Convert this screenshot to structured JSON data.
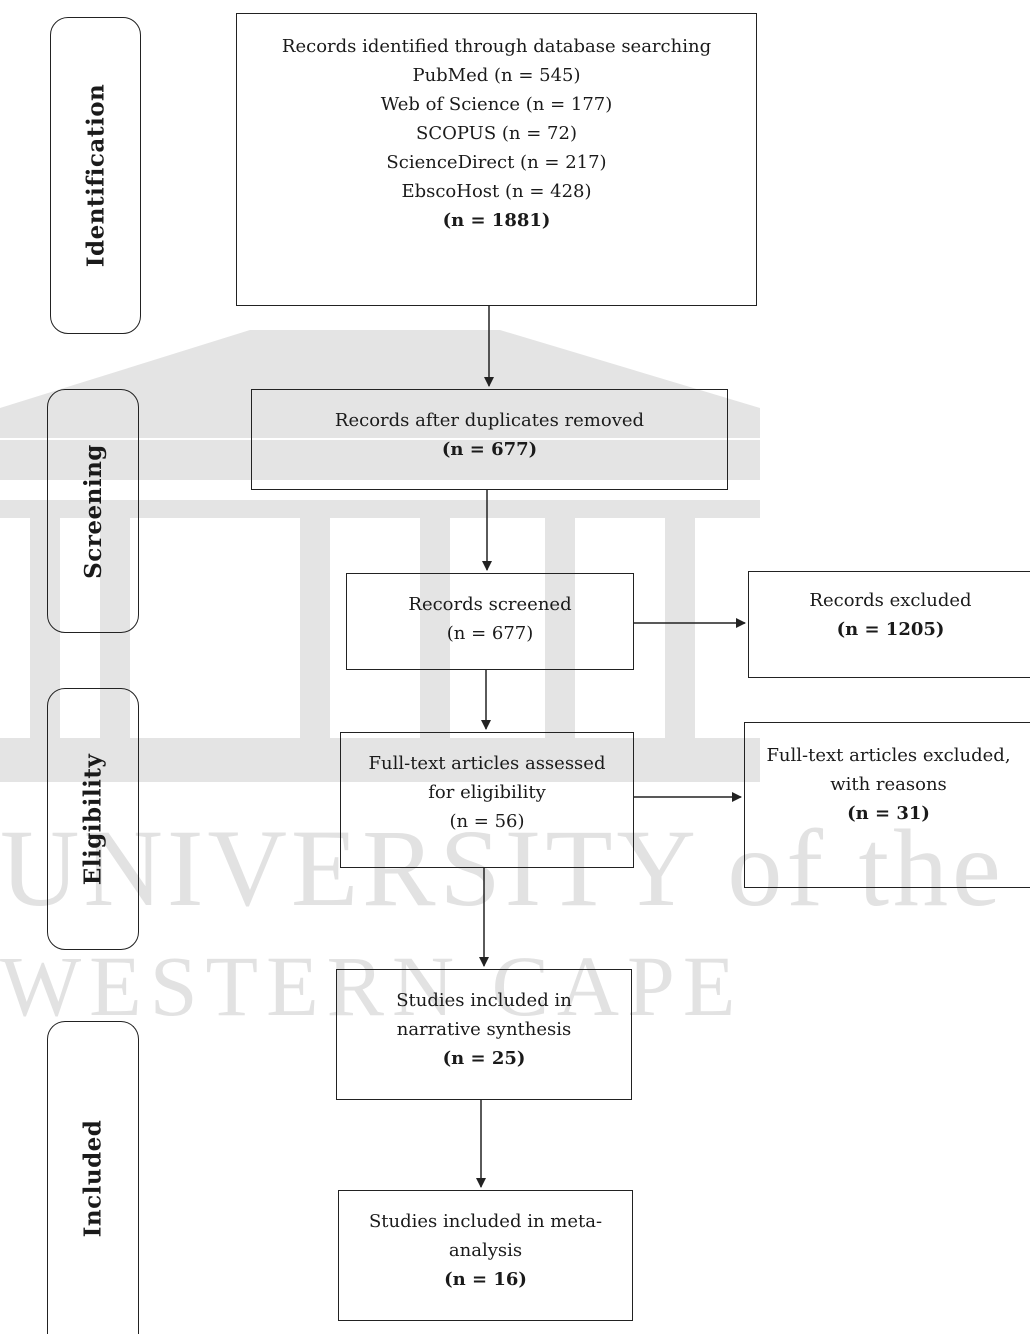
{
  "stages": {
    "identification": "Identification",
    "screening": "Screening",
    "eligibility": "Eligibility",
    "included": "Included"
  },
  "watermark": {
    "line1": "UNIVERSITY of the",
    "line2": "WESTERN CAPE"
  },
  "boxes": {
    "identified": {
      "heading": "Records identified through database searching",
      "sources": [
        "PubMed (n = 545)",
        "Web of Science (n = 177)",
        "SCOPUS (n = 72)",
        "ScienceDirect (n = 217)",
        "EbscoHost (n = 428)"
      ],
      "total": "(n = 1881)"
    },
    "deduplicated": {
      "label": "Records after duplicates removed",
      "count": "(n = 677)"
    },
    "screened": {
      "label": "Records screened",
      "count": "(n = 677)"
    },
    "excluded": {
      "label": "Records excluded",
      "count": "(n = 1205)"
    },
    "fulltext": {
      "label1": "Full-text articles assessed",
      "label2": "for eligibility",
      "count": "(n = 56)"
    },
    "fulltext_excluded": {
      "label1": "Full-text articles excluded,",
      "label2": "with reasons",
      "count": "(n = 31)"
    },
    "narrative": {
      "label1": "Studies included in",
      "label2": "narrative synthesis",
      "count": "(n = 25)"
    },
    "meta": {
      "label1": "Studies included in meta-",
      "label2": "analysis",
      "count": "(n = 16)"
    }
  }
}
